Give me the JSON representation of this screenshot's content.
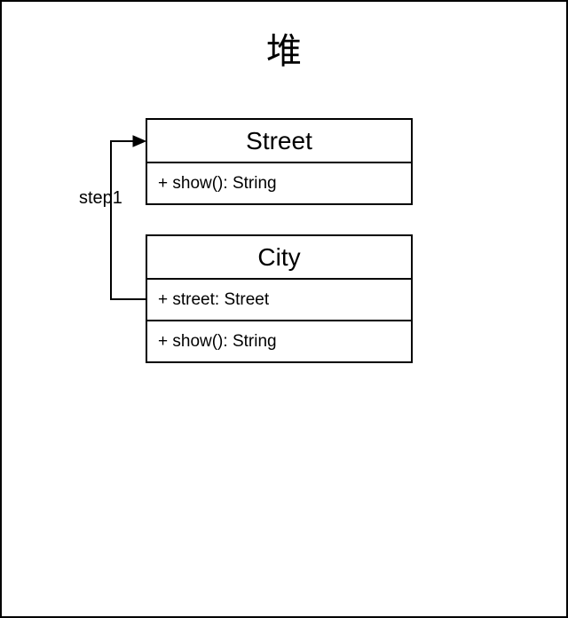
{
  "diagram": {
    "title": "堆",
    "classes": [
      {
        "name": "Street",
        "members": [
          "+ show(): String"
        ]
      },
      {
        "name": "City",
        "members": [
          "+ street: Street",
          "+ show(): String"
        ]
      }
    ],
    "connector": {
      "label": "step1",
      "from": "City.street",
      "to": "Street",
      "arrowhead": "filled-triangle-right"
    }
  },
  "colors": {
    "background": "#ffffff",
    "stroke": "#000000",
    "text": "#000000"
  }
}
